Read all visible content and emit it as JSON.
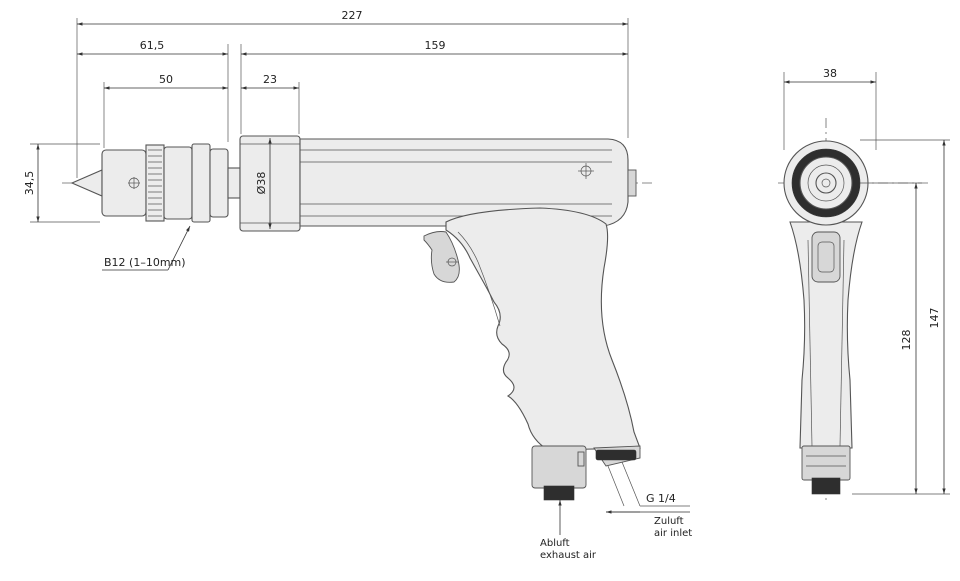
{
  "dimensions": {
    "overall_length": "227",
    "chuck_offset": "61,5",
    "body_length": "159",
    "chuck_length": "50",
    "collar_length": "23",
    "chuck_height": "34,5",
    "collar_diameter": "Ø38",
    "rear_width": "38",
    "handle_height": "128",
    "total_height": "147"
  },
  "labels": {
    "chuck": "B12 (1–10mm)",
    "thread": "G 1/4",
    "inlet_de": "Zuluft",
    "inlet_en": "air inlet",
    "exhaust_de": "Abluft",
    "exhaust_en": "exhaust air"
  }
}
